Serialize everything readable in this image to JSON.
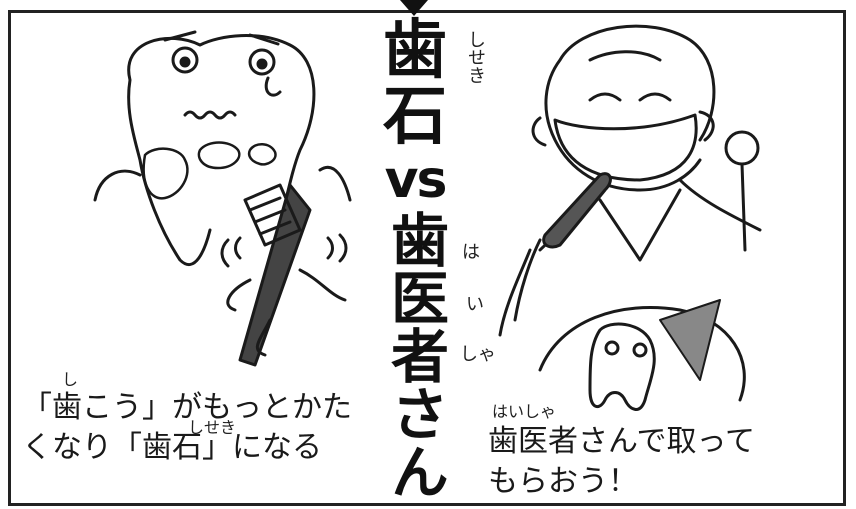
{
  "title": {
    "line1": "歯石",
    "line1_ruby": "しせき",
    "vs": "vs",
    "line2": "歯医者さん",
    "line2_ruby_ha": "は",
    "line2_ruby_i": "い",
    "line2_ruby_sha": "しゃ"
  },
  "left_caption": {
    "ruby_shi": "し",
    "ruby_shiseki": "しせき",
    "line1": "「歯こう」がもっとかた",
    "line2": "くなり「歯石」になる"
  },
  "right_caption": {
    "ruby": "はいしゃ",
    "line1": "歯医者さんで取って",
    "line2": "もらおう！"
  },
  "colors": {
    "ink": "#1a1a1a",
    "background": "#ffffff"
  }
}
